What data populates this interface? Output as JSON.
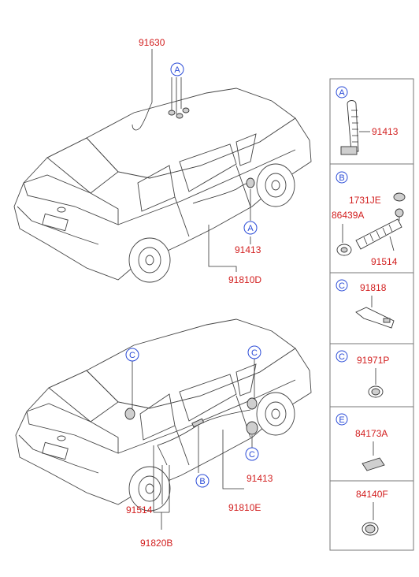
{
  "diagram": {
    "top_car": {
      "part_antenna": "91630",
      "part_grommet": "91413",
      "part_harness": "91810D",
      "callouts": [
        "A",
        "A"
      ]
    },
    "bottom_car": {
      "part_grommet": "91413",
      "part_harness_front": "91810E",
      "part_tube": "91514",
      "part_harness_rear": "91820B",
      "callouts": [
        "C",
        "C",
        "C",
        "B"
      ]
    },
    "panels": [
      {
        "letter": "A",
        "parts": [
          "91413"
        ]
      },
      {
        "letter": "B",
        "parts": [
          "1731JE",
          "86439A",
          "91514"
        ]
      },
      {
        "letter": "C",
        "parts": [
          "91818"
        ]
      },
      {
        "letter": "C",
        "parts": [
          "91971P"
        ]
      },
      {
        "letter": "E",
        "parts": [
          "84173A"
        ]
      },
      {
        "letter": "",
        "parts": [
          "84140F"
        ]
      }
    ]
  }
}
